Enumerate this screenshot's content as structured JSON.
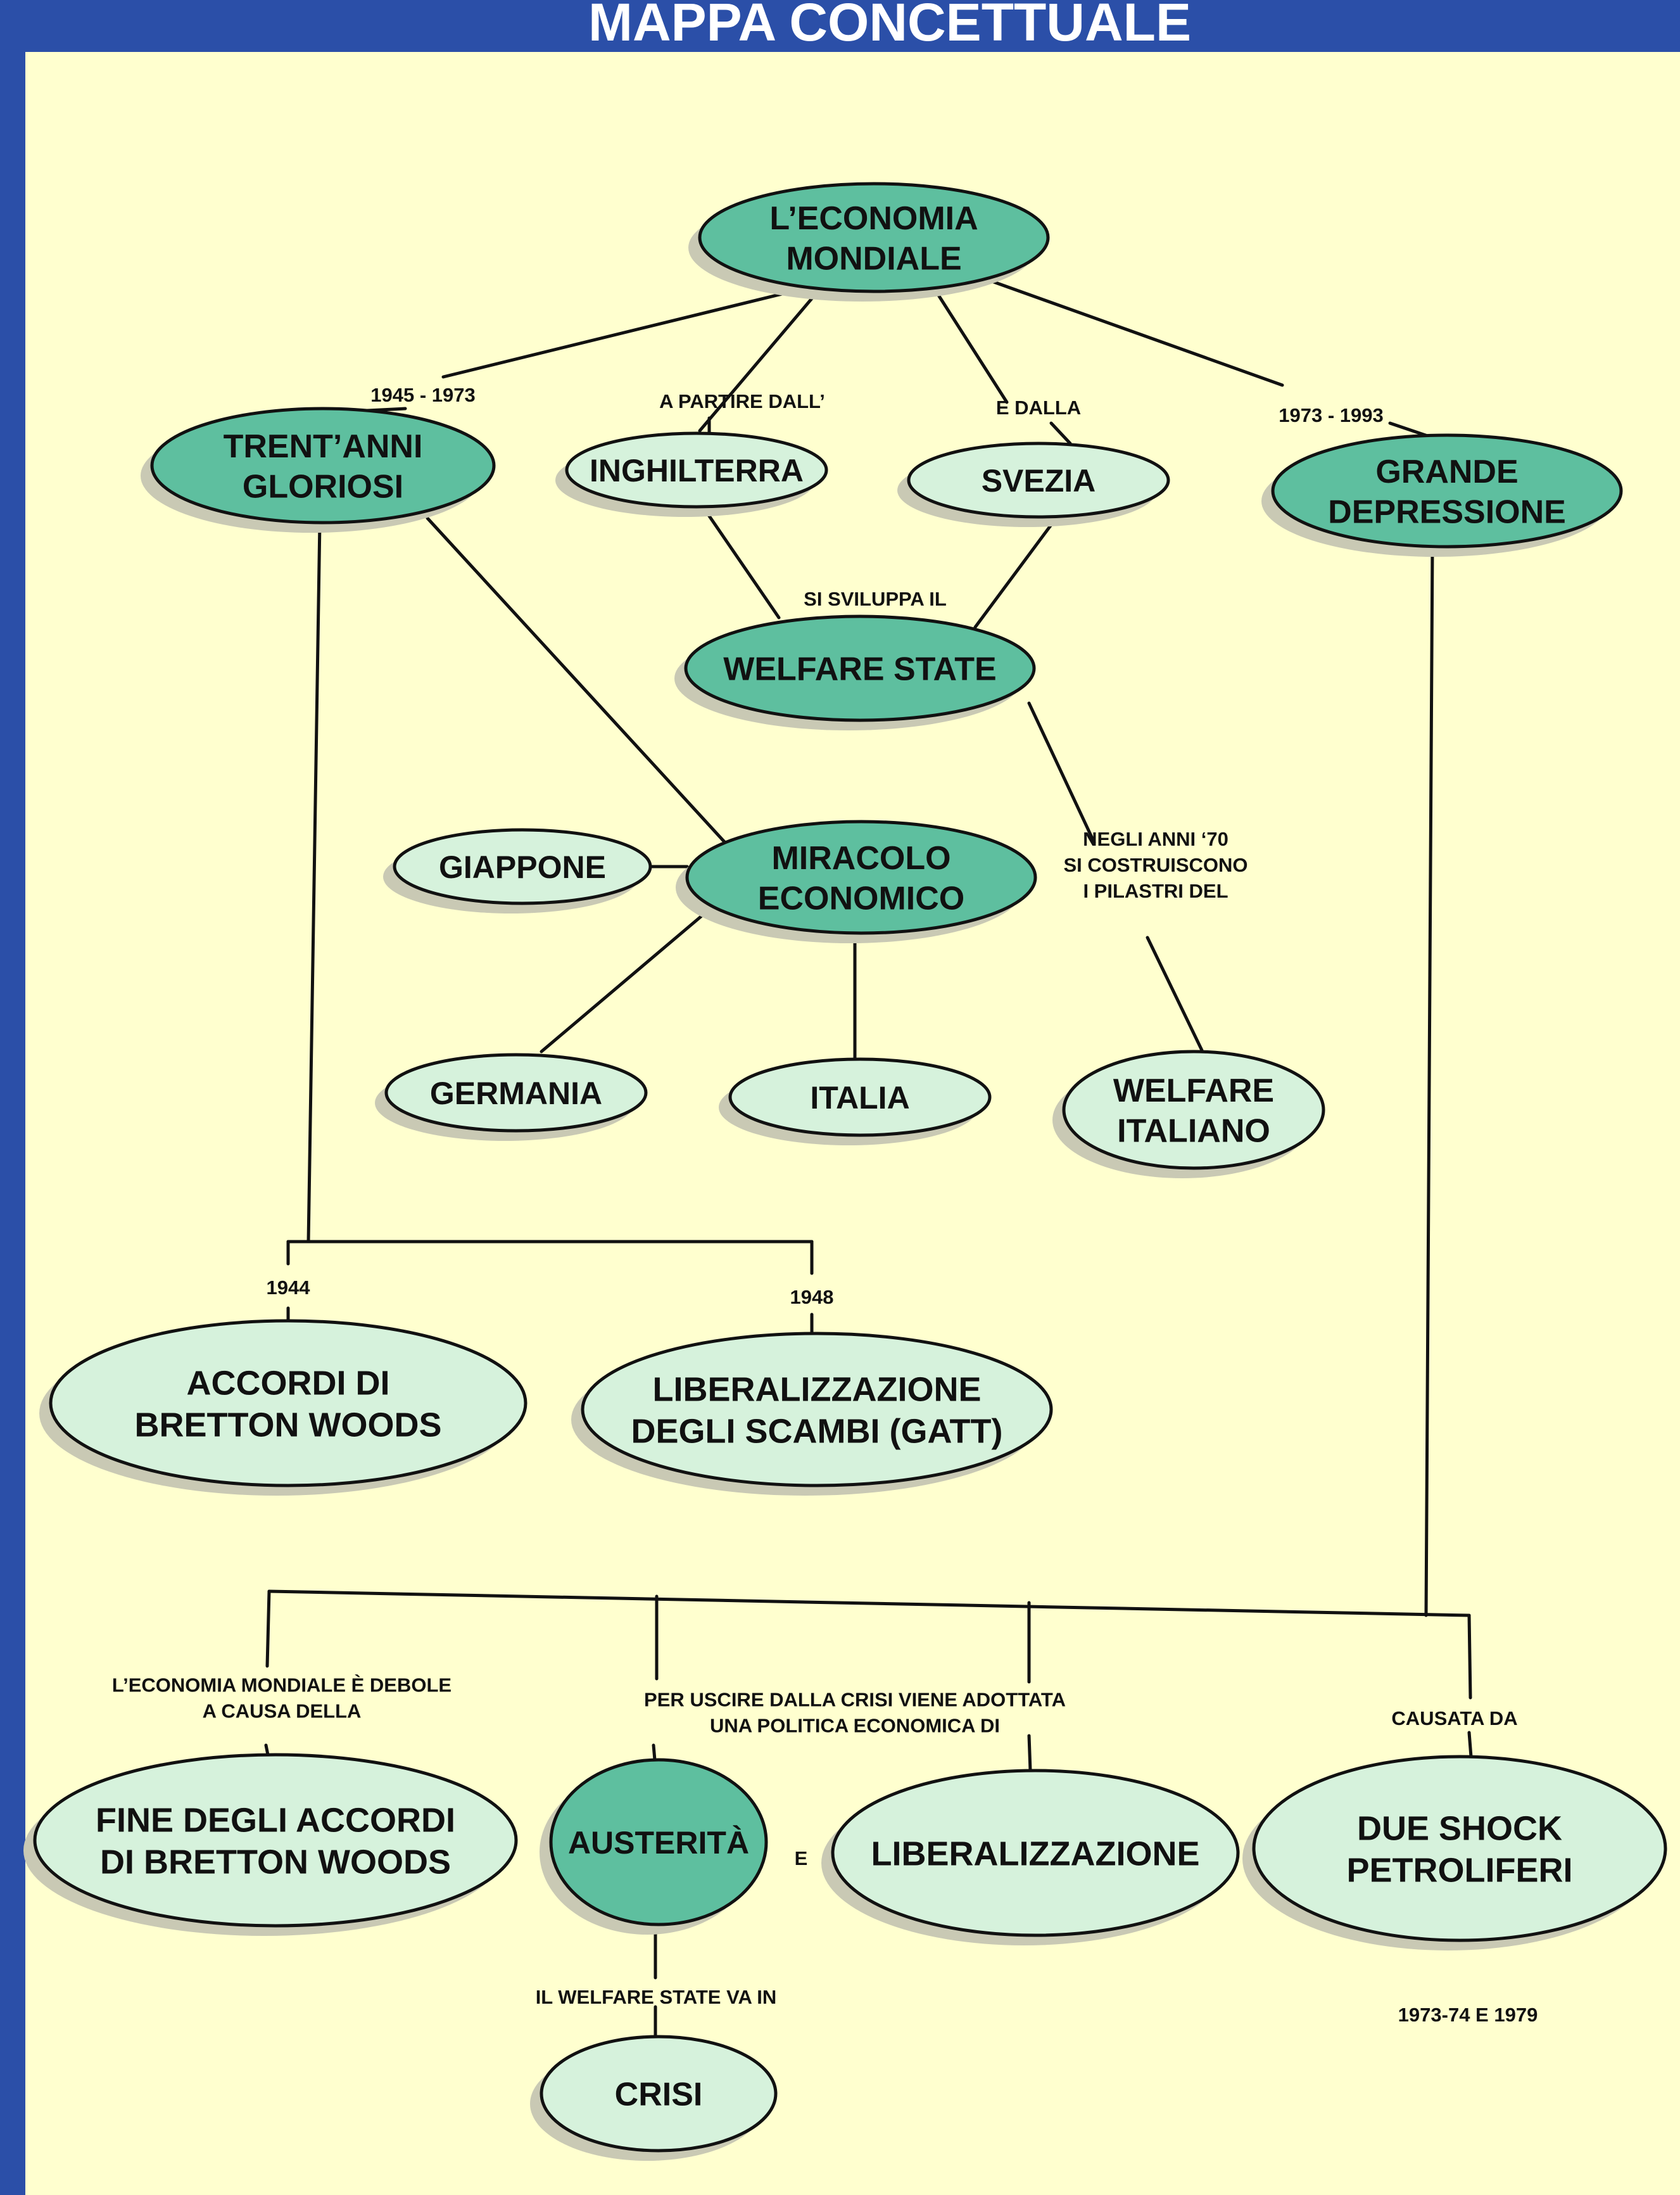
{
  "title": "MAPPA  CONCETTUALE",
  "colors": {
    "background": "#ffffcf",
    "header": "#2b4fa8",
    "main_node": "#5ebf9f",
    "secondary_node": "#d6f2dc",
    "shadow": "#c9c9b4"
  },
  "nodes": {
    "economia": {
      "lines": [
        "L’ECONOMIA",
        "MONDIALE"
      ],
      "kind": "main"
    },
    "trentanni": {
      "lines": [
        "TRENT’ANNI",
        "GLORIOSI"
      ],
      "kind": "main"
    },
    "inghilterra": {
      "lines": [
        "INGHILTERRA"
      ],
      "kind": "secondary"
    },
    "svezia": {
      "lines": [
        "SVEZIA"
      ],
      "kind": "secondary"
    },
    "grande": {
      "lines": [
        "GRANDE",
        "DEPRESSIONE"
      ],
      "kind": "main"
    },
    "welfare_state": {
      "lines": [
        "WELFARE STATE"
      ],
      "kind": "main"
    },
    "giappone": {
      "lines": [
        "GIAPPONE"
      ],
      "kind": "secondary"
    },
    "miracolo": {
      "lines": [
        "MIRACOLO",
        "ECONOMICO"
      ],
      "kind": "main"
    },
    "germania": {
      "lines": [
        "GERMANIA"
      ],
      "kind": "secondary"
    },
    "italia": {
      "lines": [
        "ITALIA"
      ],
      "kind": "secondary"
    },
    "welfare_italiano": {
      "lines": [
        "WELFARE",
        "ITALIANO"
      ],
      "kind": "secondary"
    },
    "bretton": {
      "lines": [
        "ACCORDI DI",
        "BRETTON WOODS"
      ],
      "kind": "secondary"
    },
    "gatt": {
      "lines": [
        "LIBERALIZZAZIONE",
        "DEGLI SCAMBI (GATT)"
      ],
      "kind": "secondary"
    },
    "fine": {
      "lines": [
        "FINE DEGLI ACCORDI",
        "DI BRETTON WOODS"
      ],
      "kind": "secondary"
    },
    "austerita": {
      "lines": [
        "AUSTERITÀ"
      ],
      "kind": "main"
    },
    "liberalizzazione": {
      "lines": [
        "LIBERALIZZAZIONE"
      ],
      "kind": "secondary"
    },
    "shock": {
      "lines": [
        "DUE SHOCK",
        "PETROLIFERI"
      ],
      "kind": "secondary"
    },
    "crisi": {
      "lines": [
        "CRISI"
      ],
      "kind": "secondary"
    }
  },
  "labels": {
    "l1945": {
      "lines": [
        "1945 - 1973"
      ]
    },
    "apartire": {
      "lines": [
        "A PARTIRE DALL’"
      ]
    },
    "edalla": {
      "lines": [
        "E DALLA"
      ]
    },
    "l1973": {
      "lines": [
        "1973 - 1993"
      ]
    },
    "sisviluppa": {
      "lines": [
        "SI SVILUPPA IL"
      ]
    },
    "negli": {
      "lines": [
        "NEGLI ANNI ‘70",
        "SI COSTRUISCONO",
        "I PILASTRI DEL"
      ]
    },
    "l1944": {
      "lines": [
        "1944"
      ]
    },
    "l1948": {
      "lines": [
        "1948"
      ]
    },
    "debole": {
      "lines": [
        "L’ECONOMIA MONDIALE È DEBOLE",
        "A CAUSA DELLA"
      ]
    },
    "peruscire": {
      "lines": [
        "PER USCIRE DALLA CRISI VIENE ADOTTATA",
        "UNA POLITICA ECONOMICA DI"
      ]
    },
    "e": {
      "lines": [
        "E"
      ]
    },
    "causata": {
      "lines": [
        "CAUSATA DA"
      ]
    },
    "welfareva": {
      "lines": [
        "IL WELFARE STATE VA IN"
      ]
    },
    "l7374": {
      "lines": [
        "1973-74 E 1979"
      ]
    }
  }
}
